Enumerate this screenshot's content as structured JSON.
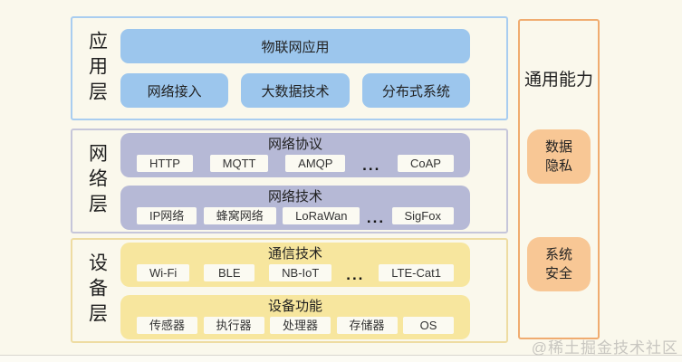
{
  "app_layer": {
    "label": "应用层",
    "main_box": "物联网应用",
    "sub_boxes": [
      "网络接入",
      "大数据技术",
      "分布式系统"
    ]
  },
  "network_layer": {
    "label": "网络层",
    "groups": [
      {
        "title": "网络协议",
        "chips": [
          "HTTP",
          "MQTT",
          "AMQP",
          "CoAP"
        ],
        "ellipsis": "..."
      },
      {
        "title": "网络技术",
        "chips": [
          "IP网络",
          "蜂窝网络",
          "LoRaWan",
          "SigFox"
        ],
        "ellipsis": "..."
      }
    ]
  },
  "device_layer": {
    "label": "设备层",
    "groups": [
      {
        "title": "通信技术",
        "chips": [
          "Wi-Fi",
          "BLE",
          "NB-IoT",
          "LTE-Cat1"
        ],
        "ellipsis": "..."
      },
      {
        "title": "设备功能",
        "chips": [
          "传感器",
          "执行器",
          "处理器",
          "存储器",
          "OS"
        ]
      }
    ]
  },
  "capabilities_panel": {
    "title": "通用能力",
    "items": [
      {
        "line1": "数据",
        "line2": "隐私"
      },
      {
        "line1": "系统",
        "line2": "安全"
      }
    ]
  },
  "watermark": "@稀土掘金技术社区",
  "colors": {
    "background": "#FAF8EC",
    "app_accent": "#9CC6ED",
    "app_border": "#A9CDF0",
    "network_accent": "#B6B9D6",
    "network_border": "#C6C6DA",
    "device_accent": "#F7E69E",
    "device_border": "#EEDCA2",
    "capability_accent": "#F8C795",
    "capability_border": "#F0AC70",
    "chip_background": "#FBFAF2"
  }
}
